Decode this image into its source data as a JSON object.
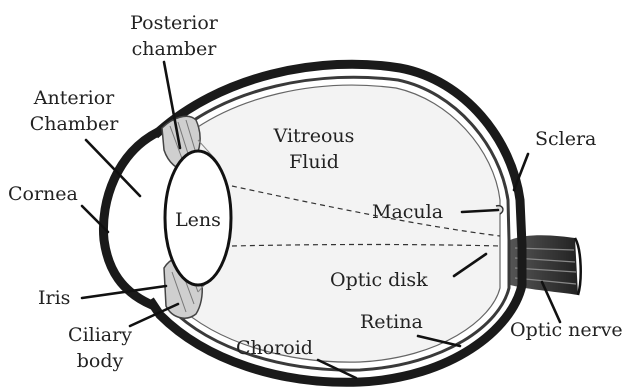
{
  "diagram": {
    "labels": {
      "posterior_chamber": [
        "Posterior",
        "chamber"
      ],
      "anterior_chamber": [
        "Anterior",
        "Chamber"
      ],
      "cornea": "Cornea",
      "lens": "Lens",
      "vitreous_fluid": [
        "Vitreous",
        "Fluid"
      ],
      "sclera": "Sclera",
      "macula": "Macula",
      "optic_disk": "Optic disk",
      "iris": "Iris",
      "ciliary_body": [
        "Ciliary",
        "body"
      ],
      "retina": "Retina",
      "choroid": "Choroid",
      "optic_nerve": "Optic nerve"
    }
  }
}
